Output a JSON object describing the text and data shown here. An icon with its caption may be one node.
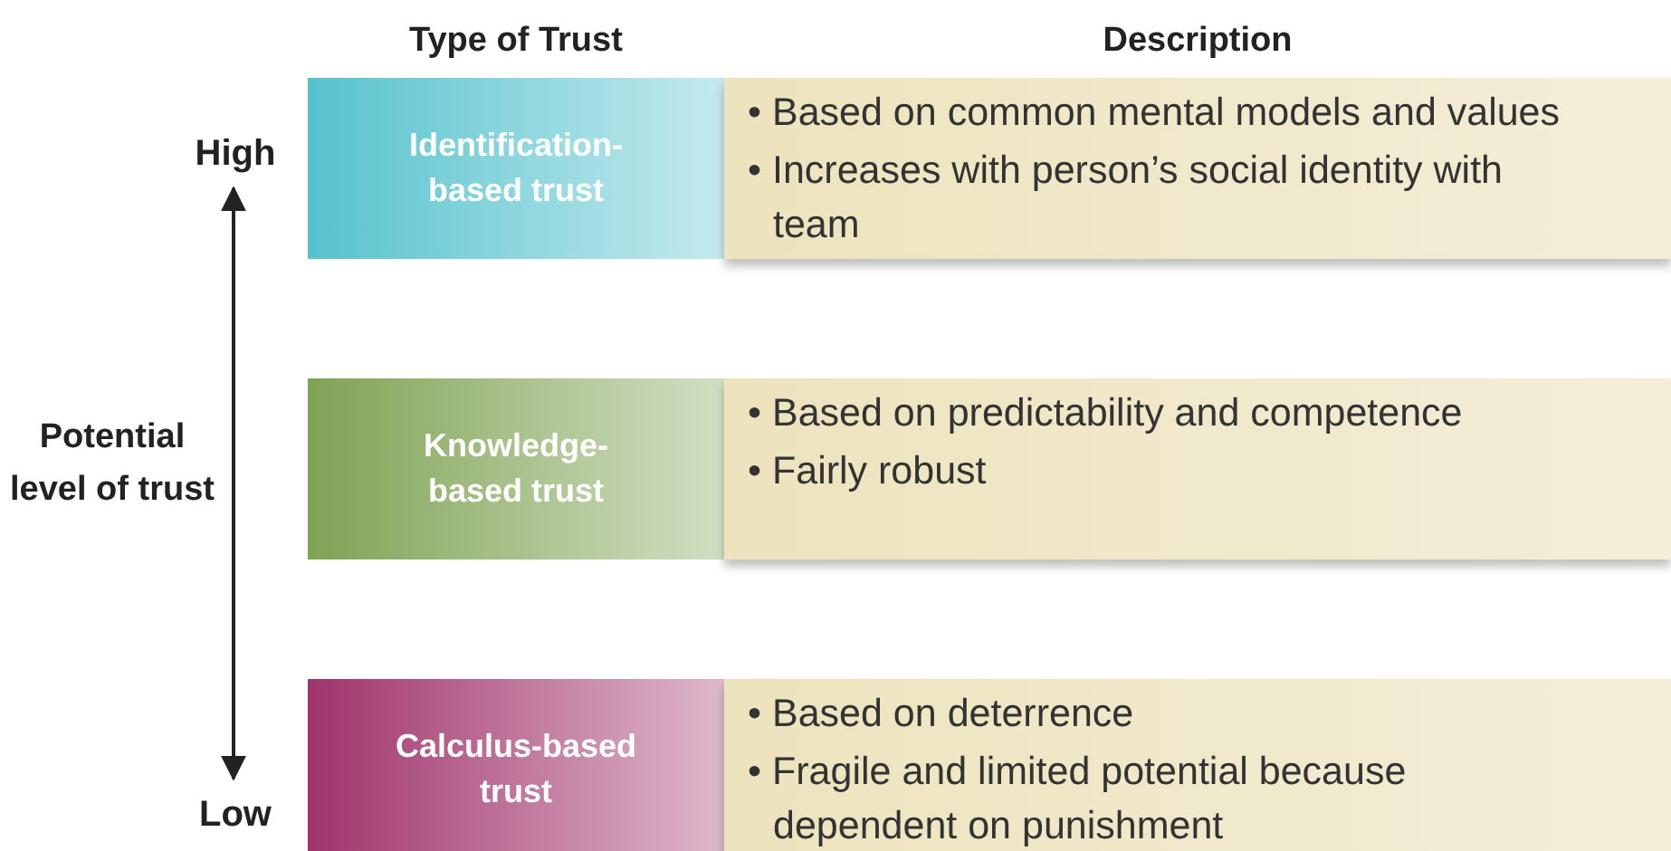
{
  "diagram": {
    "nodes": [
      {
        "text": [
          "Identification-based trust"
        ]
      },
      {
        "text": [
          "• Based on common mental models and values",
          "• Increases with person’s social identity with team"
        ]
      },
      {
        "text": [
          "Knowledge-based trust"
        ]
      },
      {
        "text": [
          "• Based on predictability and competence",
          "• Fairly robust"
        ]
      },
      {
        "text": [
          "Calculus-based trust"
        ]
      },
      {
        "text": [
          "• Based on deterrence",
          "• Fragile and limited potential because dependent on punishment"
        ]
      }
    ],
    "labels": [
      "Type of Trust",
      "Description",
      "High",
      "Potential level of trust",
      "Low"
    ]
  }
}
